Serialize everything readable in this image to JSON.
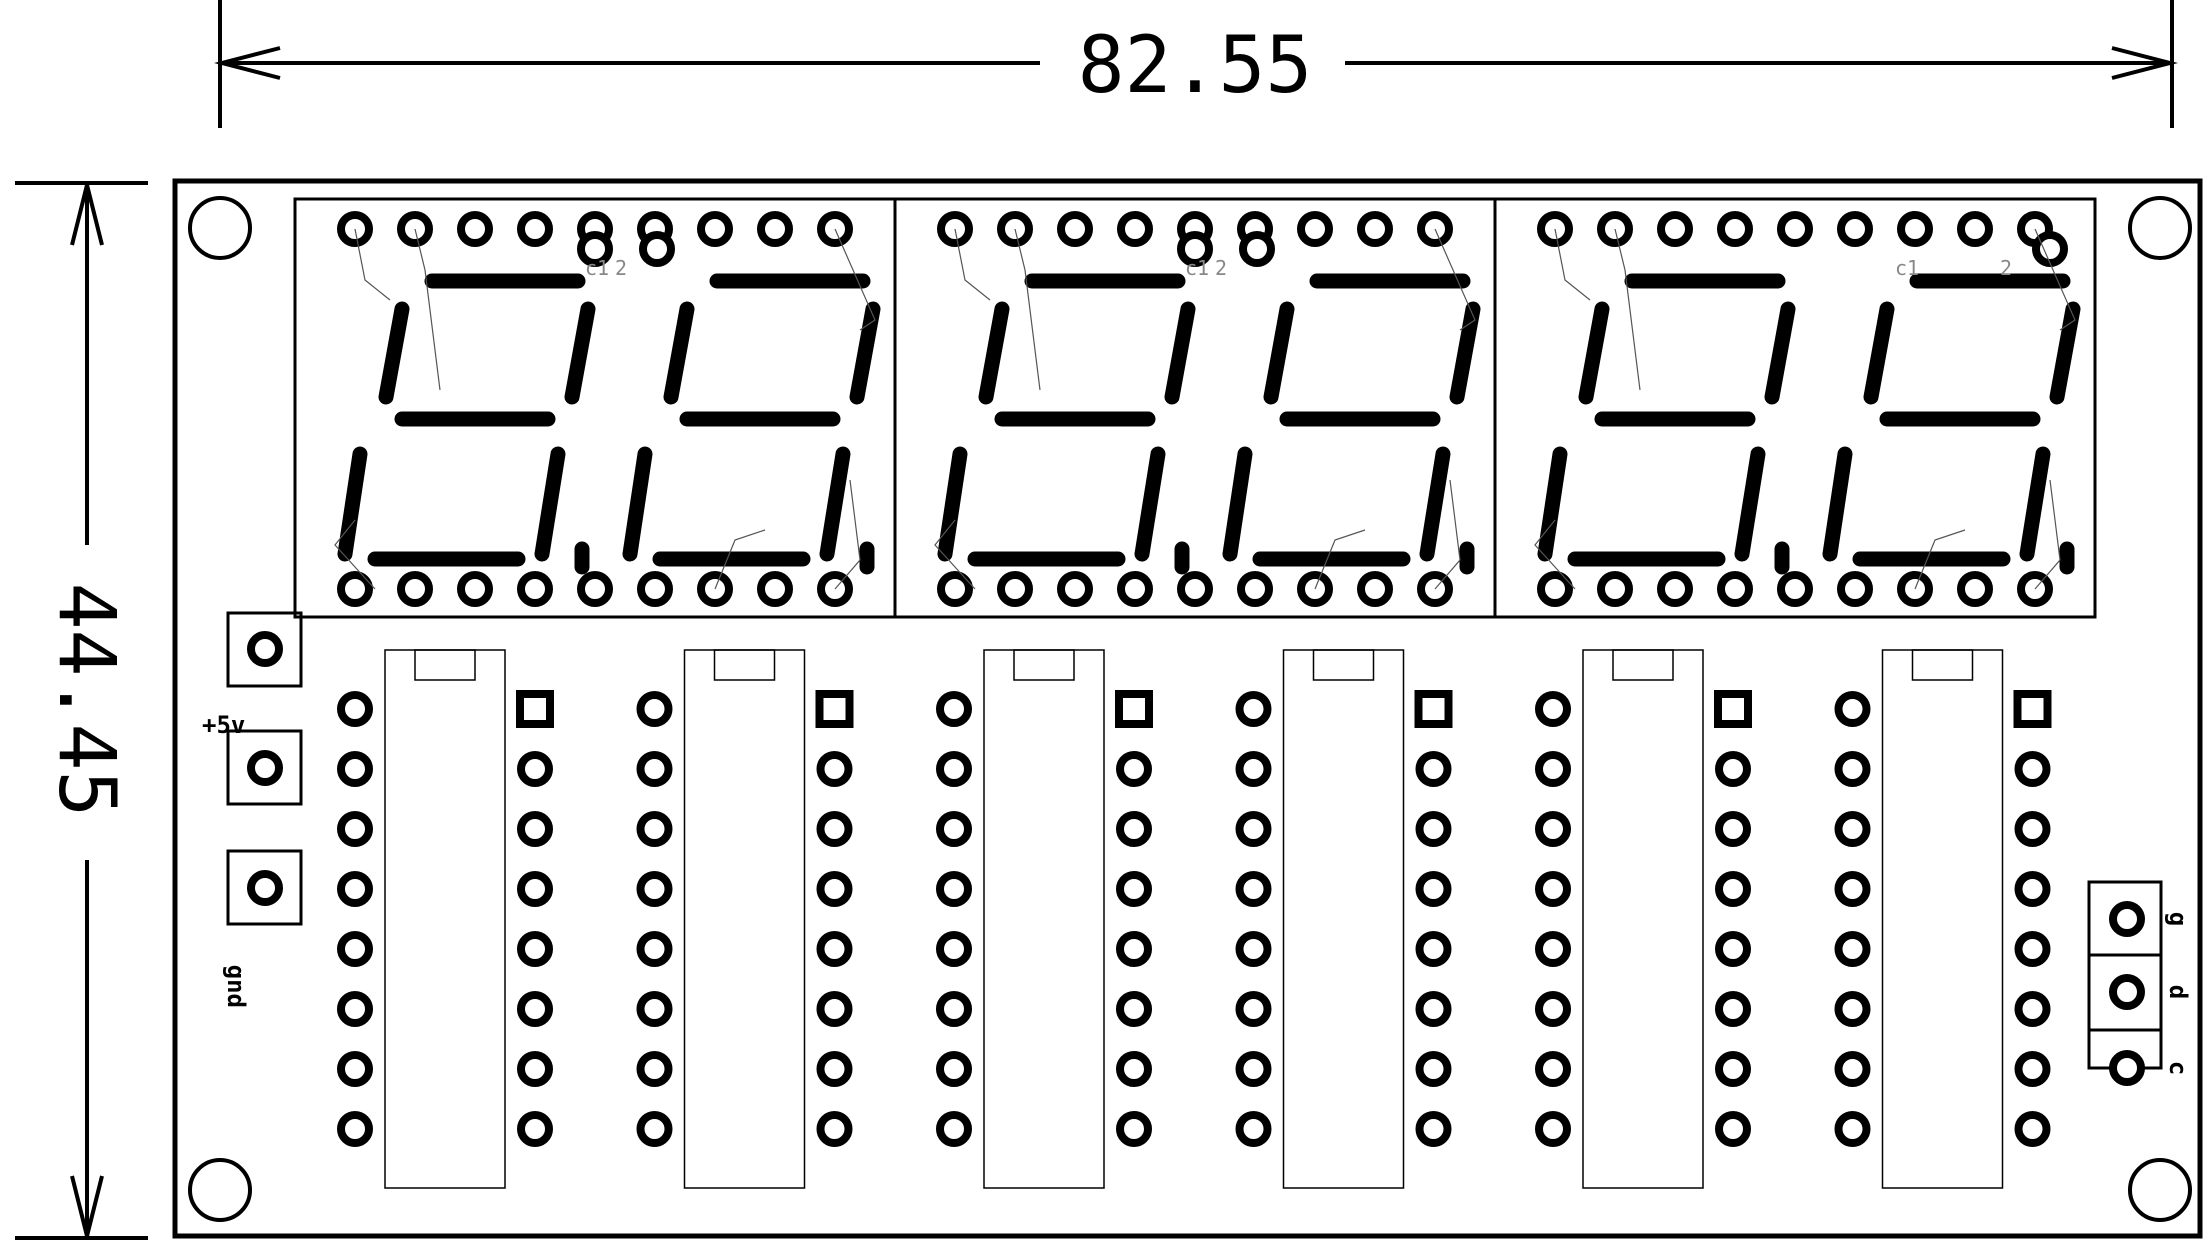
{
  "dimensions": {
    "width_label": "82.55",
    "height_label": "44.45"
  },
  "labels": {
    "power_plus": "+5v",
    "ground": "gnd",
    "connector_pins": [
      "g",
      "d",
      "c"
    ],
    "display_pin_marks": [
      "c1",
      "2"
    ]
  },
  "counts": {
    "display_modules": 3,
    "digits_per_module": 2,
    "pins_per_display_row": 9,
    "ic_sockets": 6,
    "pins_per_ic_side": 8,
    "power_pads": 3,
    "connector_pads": 3,
    "mount_holes": 4
  },
  "colors": {
    "ink": "#000000",
    "board": "#ffffff"
  }
}
